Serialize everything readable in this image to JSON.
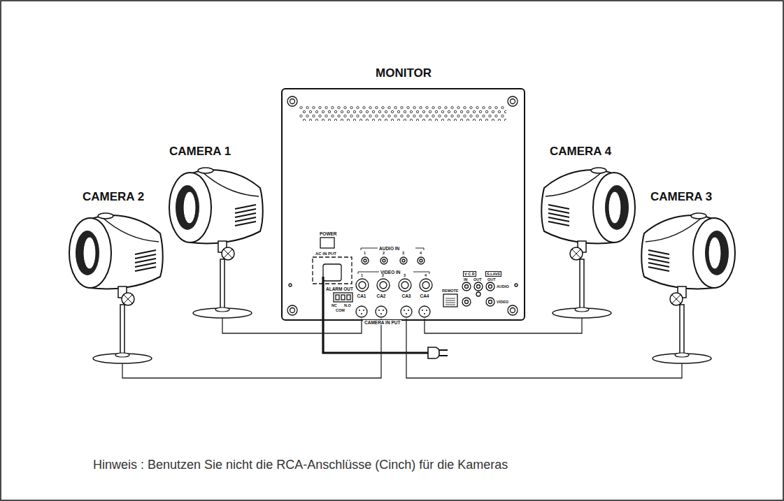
{
  "diagram": {
    "caption": "Hinweis : Benutzen Sie nicht die RCA-Anschlüsse (Cinch) für die Kameras",
    "nodes": [
      {
        "text": [
          "MONITOR"
        ]
      },
      {
        "text": [
          "CA1"
        ],
        "in": 0
      },
      {
        "text": [
          "CA2"
        ],
        "in": 0
      },
      {
        "text": [
          "CA3"
        ],
        "in": 0
      },
      {
        "text": [
          "CA4"
        ],
        "in": 0
      },
      {
        "text": [
          "CAMERA 2"
        ]
      },
      {
        "text": [
          "CAMERA 1"
        ]
      },
      {
        "text": [
          "CAMERA 4"
        ]
      },
      {
        "text": [
          "CAMERA 3"
        ]
      }
    ],
    "edges": [
      {
        "from": 6,
        "to": 1,
        "arrow": "none"
      },
      {
        "from": 5,
        "to": 2,
        "arrow": "none"
      },
      {
        "from": 8,
        "to": 3,
        "arrow": "none"
      },
      {
        "from": 7,
        "to": 4,
        "arrow": "none"
      }
    ],
    "labels": [
      "POWER",
      "AC IN PUT",
      "AUDIO IN",
      "1",
      "2",
      "3",
      "4",
      "VIDEO IN",
      "1",
      "2",
      "3",
      "4",
      "ALARM OUT",
      "NC",
      "COM",
      "N.O",
      "CAMERA IN PUT",
      "REMOTE",
      "V C R",
      "S.LAVE",
      "IN",
      "OUT",
      "OUT",
      "AUDIO",
      "VIDEO"
    ]
  }
}
